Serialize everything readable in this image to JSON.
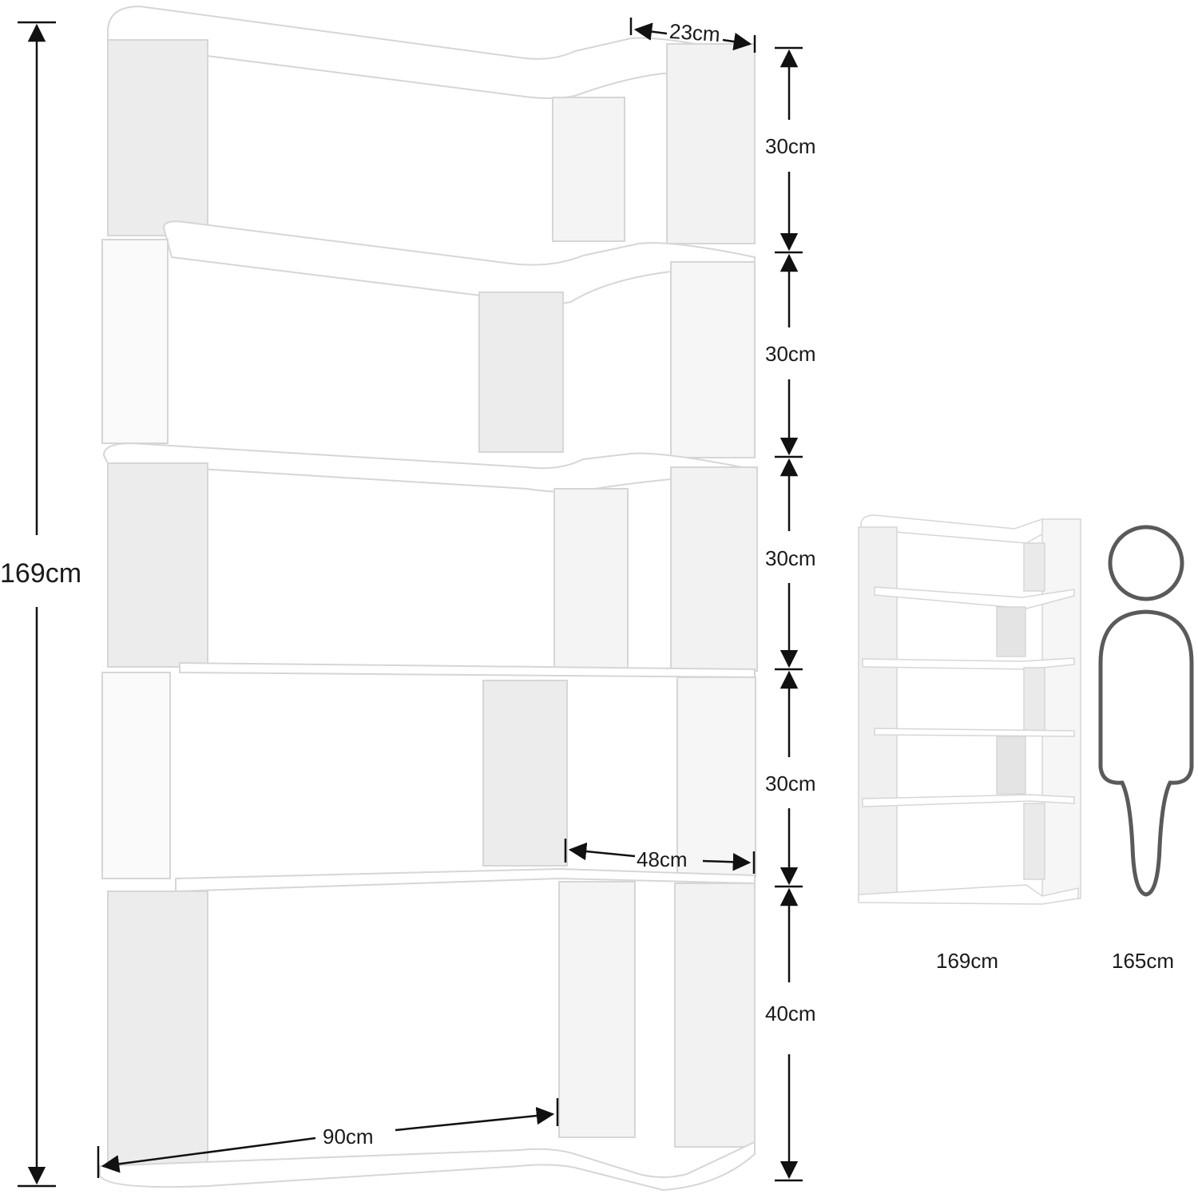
{
  "colors": {
    "panel_light": "#ffffff",
    "panel_shade": "#ececec",
    "panel_edge": "#d6d6d6",
    "line": "#111111",
    "silhouette": "#5a5a5a"
  },
  "dimensions": {
    "total_height": "169cm",
    "top_depth": "23cm",
    "tier_1": "30cm",
    "tier_2": "30cm",
    "tier_3": "30cm",
    "tier_4": "30cm",
    "tier_5": "40cm",
    "side_width": "48cm",
    "base_width": "90cm"
  },
  "comparison": {
    "shelf_height": "169cm",
    "person_height": "165cm"
  }
}
